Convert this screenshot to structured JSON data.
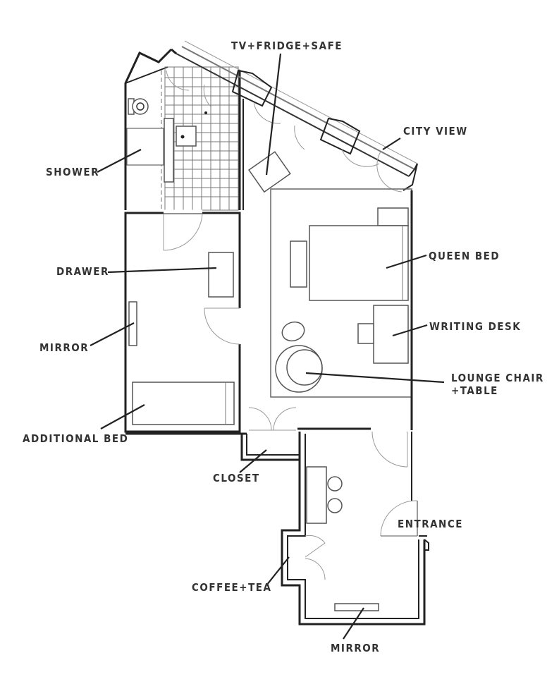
{
  "diagram": {
    "type": "floor_plan",
    "labels": {
      "tv_fridge_safe": "TV+FRIDGE+SAFE",
      "city_view": "CITY VIEW",
      "shower": "SHOWER",
      "queen_bed": "QUEEN BED",
      "drawer": "DRAWER",
      "writing_desk": "WRITING DESK",
      "mirror_left": "MIRROR",
      "lounge_chair_line1": "LOUNGE CHAIR",
      "lounge_chair_line2": "+TABLE",
      "additional_bed": "ADDITIONAL BED",
      "closet": "CLOSET",
      "entrance": "ENTRANCE",
      "coffee_tea": "COFFEE+TEA",
      "mirror_bottom": "MIRROR"
    },
    "colors": {
      "wall": "#222222",
      "furniture": "#555555",
      "text": "#333333",
      "background": "#ffffff"
    }
  }
}
